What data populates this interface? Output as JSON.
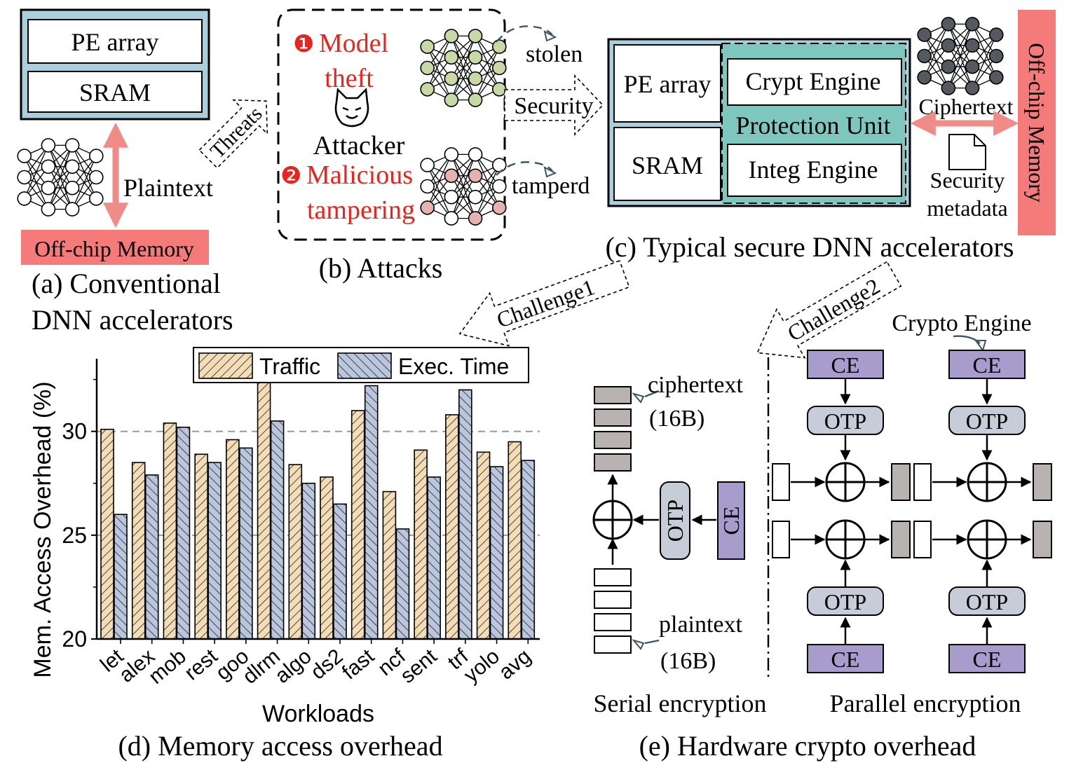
{
  "colors": {
    "accel_blue": "#a9cfdc",
    "protection_teal": "#7ec7bf",
    "memory_red": "#f47b79",
    "arrow_red": "#f08c88",
    "traffic_fill": "#f3dcb6",
    "exec_fill": "#b9c6de",
    "ce_purple": "#a89ccc",
    "otp_gray": "#c6cdd9",
    "cipher_gray": "#b8b3b1",
    "threat_red": "#e8241c",
    "node_green": "#c9d9a6",
    "node_pink": "#e7b1b1",
    "node_dark": "#555a60"
  },
  "panel_a": {
    "pe_array": "PE array",
    "sram": "SRAM",
    "plaintext": "Plaintext",
    "memory": "Off-chip Memory",
    "caption_line1": "(a) Conventional",
    "caption_line2": "DNN accelerators",
    "icon": "neural-network-icon"
  },
  "panel_b": {
    "threats_label": "Threats",
    "badge1": "❶",
    "model_theft_line1": "Model",
    "model_theft_line2": "theft",
    "attacker": "Attacker",
    "badge2": "❷",
    "malicious_line1": "Malicious",
    "malicious_line2": "tampering",
    "stolen": "stolen",
    "tamperd": "tamperd",
    "caption": "(b) Attacks",
    "icon": "attacker-cat-icon"
  },
  "panel_c": {
    "security_label": "Security",
    "pe_array": "PE array",
    "sram": "SRAM",
    "crypt_engine": "Crypt Engine",
    "protection_unit": "Protection Unit",
    "integ_engine": "Integ Engine",
    "ciphertext": "Ciphertext",
    "security_line1": "Security",
    "security_line2": "metadata",
    "memory": "Off-chip Memory",
    "caption": "(c) Typical secure DNN accelerators",
    "doc_icon": "document-icon"
  },
  "challenges": {
    "challenge1": "Challenge1",
    "challenge2": "Challenge2"
  },
  "panel_d": {
    "caption": "(d) Memory access overhead"
  },
  "panel_e": {
    "crypto_engine": "Crypto Engine",
    "ciphertext_line1": "ciphertext",
    "ciphertext_line2": "(16B)",
    "plaintext_line1": "plaintext",
    "plaintext_line2": "(16B)",
    "ce": "CE",
    "otp": "OTP",
    "serial": "Serial encryption",
    "parallel": "Parallel encryption",
    "caption": "(e) Hardware crypto overhead"
  },
  "chart_data": {
    "type": "bar",
    "title": "",
    "xlabel": "Workloads",
    "ylabel": "Mem. Access Overhead (%)",
    "ylim": [
      20,
      33.5
    ],
    "yticks": [
      20,
      25,
      30
    ],
    "grid": "dashed lines at 25 and 30",
    "legend_position": "top",
    "categories": [
      "let",
      "alex",
      "mob",
      "rest",
      "goo",
      "dlrm",
      "algo",
      "ds2",
      "fast",
      "ncf",
      "sent",
      "trf",
      "yolo",
      "avg"
    ],
    "series": [
      {
        "name": "Traffic",
        "values": [
          30.1,
          28.5,
          30.4,
          28.9,
          29.6,
          32.6,
          28.4,
          27.8,
          31.0,
          27.1,
          29.1,
          30.8,
          29.0,
          29.5
        ]
      },
      {
        "name": "Exec. Time",
        "values": [
          26.0,
          27.9,
          30.2,
          28.5,
          29.2,
          30.5,
          27.5,
          26.5,
          32.2,
          25.3,
          27.8,
          32.0,
          28.3,
          28.6
        ]
      }
    ]
  }
}
